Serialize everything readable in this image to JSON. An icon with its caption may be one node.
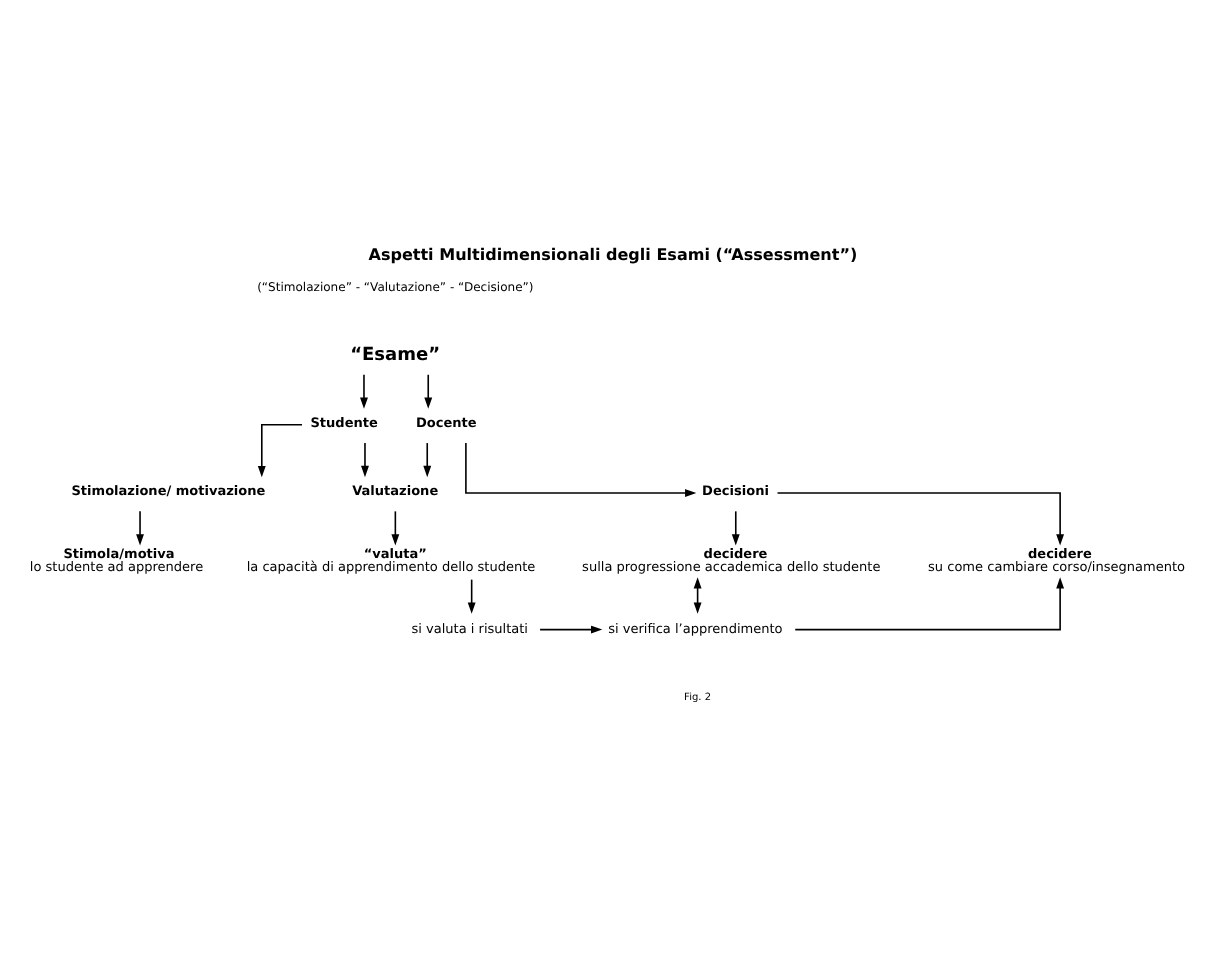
{
  "diagram": {
    "title": "Aspetti Multidimensionali degli Esami (“Assessment”)",
    "nodes": [
      {
        "text": [
          "“Esame”"
        ]
      },
      {
        "text": [
          "Studente"
        ]
      },
      {
        "text": [
          "Docente"
        ]
      },
      {
        "text": [
          "Stimolazione/ motivazione"
        ]
      },
      {
        "text": [
          "Valutazione"
        ]
      },
      {
        "text": [
          "Decisioni"
        ]
      },
      {
        "text": [
          "Stimola/motiva",
          "lo studente ad apprendere"
        ]
      },
      {
        "text": [
          "“valuta”",
          "la capacità di apprendimento dello studente"
        ]
      },
      {
        "text": [
          "decidere",
          "sulla progressione accademica dello studente"
        ]
      },
      {
        "text": [
          "decidere",
          "su come cambiare corso/insegnamento"
        ]
      },
      {
        "text": [
          "si valuta i risultati"
        ]
      },
      {
        "text": [
          "si verifica l’apprendimento"
        ]
      }
    ],
    "edges": [
      {
        "from": 0,
        "to": 1,
        "arrow": "to"
      },
      {
        "from": 0,
        "to": 2,
        "arrow": "to"
      },
      {
        "from": 1,
        "to": 3,
        "arrow": "to"
      },
      {
        "from": 1,
        "to": 4,
        "arrow": "to"
      },
      {
        "from": 2,
        "to": 4,
        "arrow": "to"
      },
      {
        "from": 2,
        "to": 5,
        "arrow": "to"
      },
      {
        "from": 3,
        "to": 6,
        "arrow": "to"
      },
      {
        "from": 4,
        "to": 7,
        "arrow": "to"
      },
      {
        "from": 5,
        "to": 8,
        "arrow": "to"
      },
      {
        "from": 5,
        "to": 9,
        "arrow": "to"
      },
      {
        "from": 7,
        "to": 10,
        "arrow": "to"
      },
      {
        "from": 8,
        "to": 11,
        "arrow": "both"
      },
      {
        "from": 10,
        "to": 11,
        "arrow": "to"
      },
      {
        "from": 11,
        "to": 9,
        "arrow": "to"
      }
    ],
    "labels": [
      "(“Stimolazione” - “Valutazione” - “Decisione”)",
      "Fig. 2"
    ]
  }
}
